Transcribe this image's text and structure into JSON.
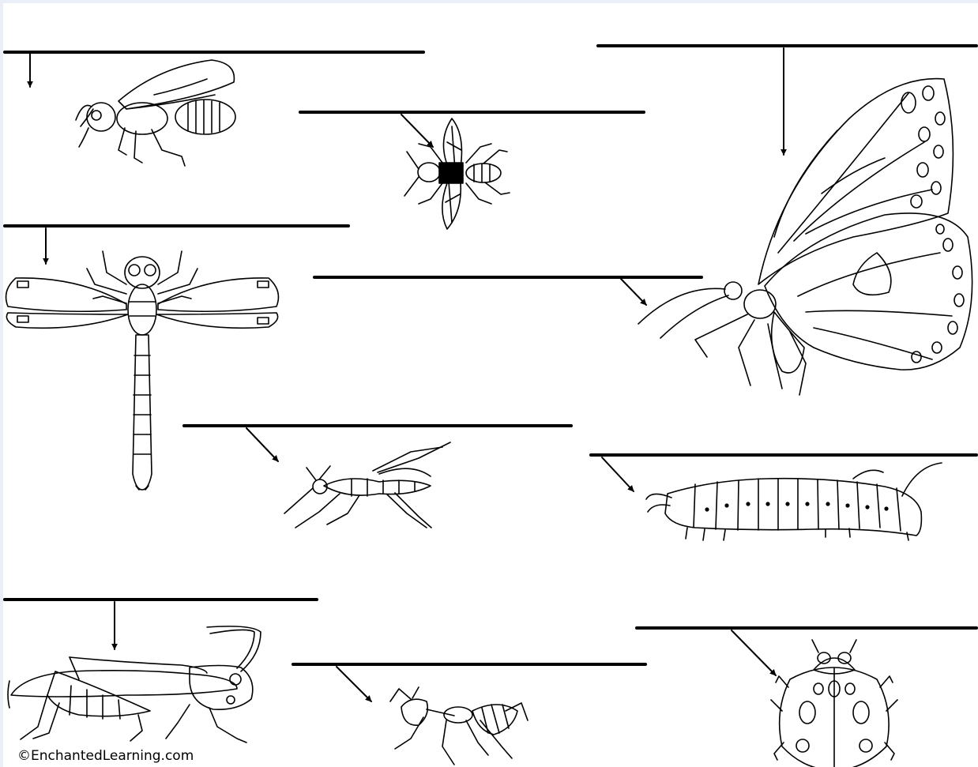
{
  "worksheet": {
    "credit": "©EnchantedLearning.com",
    "colors": {
      "background": "#ffffff",
      "border": "#e9eef7",
      "ink": "#000000"
    },
    "labels": [
      {
        "id": "bee",
        "answer": ""
      },
      {
        "id": "fly",
        "answer": ""
      },
      {
        "id": "butterfly",
        "answer": ""
      },
      {
        "id": "dragonfly",
        "answer": ""
      },
      {
        "id": "butterfly-antenna",
        "answer": ""
      },
      {
        "id": "mosquito",
        "answer": ""
      },
      {
        "id": "caterpillar",
        "answer": ""
      },
      {
        "id": "grasshopper",
        "answer": ""
      },
      {
        "id": "ant",
        "answer": ""
      },
      {
        "id": "ladybug",
        "answer": ""
      }
    ],
    "insects": [
      "bee-icon",
      "fly-icon",
      "butterfly-icon",
      "dragonfly-icon",
      "mosquito-icon",
      "caterpillar-icon",
      "grasshopper-icon",
      "ant-icon",
      "ladybug-icon"
    ]
  }
}
